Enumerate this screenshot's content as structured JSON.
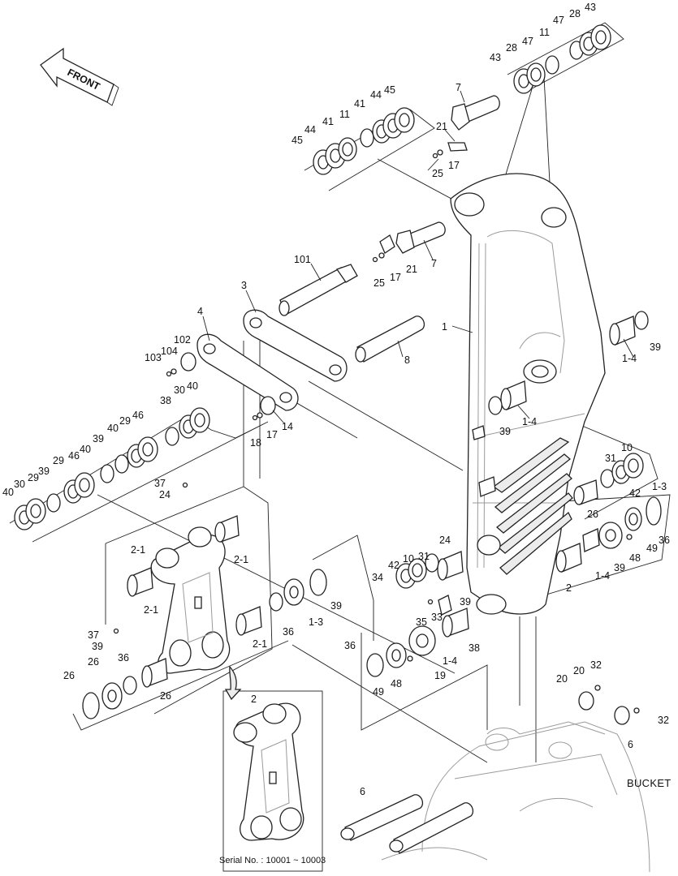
{
  "front_label": "FRONT",
  "bucket_label": "BUCKET",
  "inset": {
    "callout": "2",
    "caption": "Serial No. : 10001 ~ 10003"
  },
  "callouts": [
    "43",
    "28",
    "47",
    "11",
    "43",
    "28",
    "47",
    "11",
    "7",
    "21",
    "25",
    "17",
    "45",
    "44",
    "41",
    "11",
    "44",
    "45",
    "41",
    "11",
    "7",
    "21",
    "17",
    "25",
    "101",
    "3",
    "4",
    "102",
    "104",
    "103",
    "8",
    "1",
    "39",
    "1-4",
    "39",
    "1-4",
    "14",
    "17",
    "18",
    "40",
    "30",
    "29",
    "39",
    "46",
    "40",
    "39",
    "29",
    "46",
    "40",
    "29",
    "30",
    "40",
    "38",
    "37",
    "24",
    "10",
    "31",
    "42",
    "1-3",
    "26",
    "36",
    "49",
    "48",
    "39",
    "1-4",
    "2",
    "2-1",
    "2-1",
    "2-1",
    "2-1",
    "26",
    "39",
    "36",
    "1-3",
    "24",
    "10",
    "31",
    "42",
    "34",
    "33",
    "35",
    "39",
    "1-4",
    "38",
    "37",
    "39",
    "36",
    "26",
    "26",
    "36",
    "49",
    "48",
    "19",
    "20",
    "32",
    "20",
    "32",
    "6",
    "6"
  ]
}
